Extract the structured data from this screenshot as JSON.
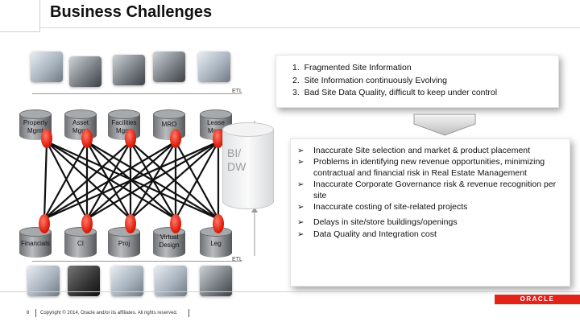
{
  "slide": {
    "title": "Business Challenges",
    "page_number": "8",
    "copyright": "Copyright © 2014, Oracle and/or its affiliates. All rights reserved.",
    "logo": "ORACLE",
    "accent_color": "#e2231a"
  },
  "diagram": {
    "etl_top": "ETL",
    "etl_bottom": "ETL",
    "warehouse_label": "BI/\nDW",
    "top_systems": [
      "Property\nMgmt",
      "Asset\nMgmt",
      "Facilities\nMgmt",
      "MRO",
      "Lease\nMgmt"
    ],
    "bottom_systems": [
      "Financials",
      "CI",
      "Proj",
      "Virtual\nDesign",
      "Leg"
    ]
  },
  "problems": [
    "Fragmented Site Information",
    "Site Information continuously Evolving",
    "Bad Site Data Quality, difficult to keep under control"
  ],
  "impacts": [
    "Inaccurate Site selection and market & product placement",
    "Problems in identifying new revenue opportunities, minimizing contractual and financial risk in Real Estate Management",
    "Inaccurate Corporate Governance risk & revenue recognition per site",
    "Inaccurate costing of site-related projects",
    "Delays in site/store buildings/openings",
    "Data Quality and Integration cost"
  ]
}
